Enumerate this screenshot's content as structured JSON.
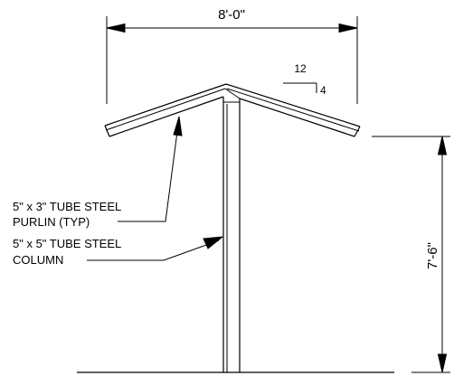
{
  "dimensions": {
    "width_dim": "8'-0\"",
    "height_dim": "7'-6\""
  },
  "slope": {
    "rise_over": "12",
    "rise": "4"
  },
  "callouts": {
    "purlin_line1": "5\" x 3\" TUBE STEEL",
    "purlin_line2": "PURLIN (TYP)",
    "column_line1": "5\" x 5\" TUBE STEEL",
    "column_line2": "COLUMN"
  }
}
